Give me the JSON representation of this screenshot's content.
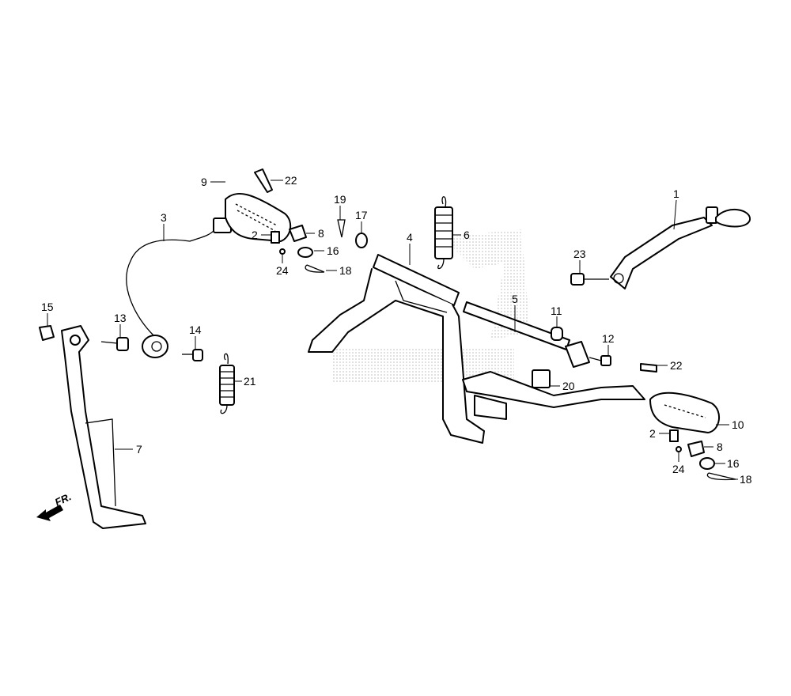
{
  "diagram": {
    "title": "Step / Main Stand / Pedals parts diagram",
    "watermark": "HONDA",
    "direction_marker": "FR.",
    "callouts": [
      {
        "id": "c1",
        "label": "1"
      },
      {
        "id": "c2a",
        "label": "2"
      },
      {
        "id": "c2b",
        "label": "2"
      },
      {
        "id": "c3",
        "label": "3"
      },
      {
        "id": "c4",
        "label": "4"
      },
      {
        "id": "c5",
        "label": "5"
      },
      {
        "id": "c6",
        "label": "6"
      },
      {
        "id": "c7",
        "label": "7"
      },
      {
        "id": "c8a",
        "label": "8"
      },
      {
        "id": "c8b",
        "label": "8"
      },
      {
        "id": "c9",
        "label": "9"
      },
      {
        "id": "c10",
        "label": "10"
      },
      {
        "id": "c11",
        "label": "11"
      },
      {
        "id": "c12",
        "label": "12"
      },
      {
        "id": "c13",
        "label": "13"
      },
      {
        "id": "c14",
        "label": "14"
      },
      {
        "id": "c15",
        "label": "15"
      },
      {
        "id": "c16a",
        "label": "16"
      },
      {
        "id": "c16b",
        "label": "16"
      },
      {
        "id": "c17",
        "label": "17"
      },
      {
        "id": "c18a",
        "label": "18"
      },
      {
        "id": "c18b",
        "label": "18"
      },
      {
        "id": "c19",
        "label": "19"
      },
      {
        "id": "c20",
        "label": "20"
      },
      {
        "id": "c21",
        "label": "21"
      },
      {
        "id": "c22a",
        "label": "22"
      },
      {
        "id": "c22b",
        "label": "22"
      },
      {
        "id": "c23",
        "label": "23"
      },
      {
        "id": "c24a",
        "label": "24"
      },
      {
        "id": "c24b",
        "label": "24"
      }
    ]
  }
}
